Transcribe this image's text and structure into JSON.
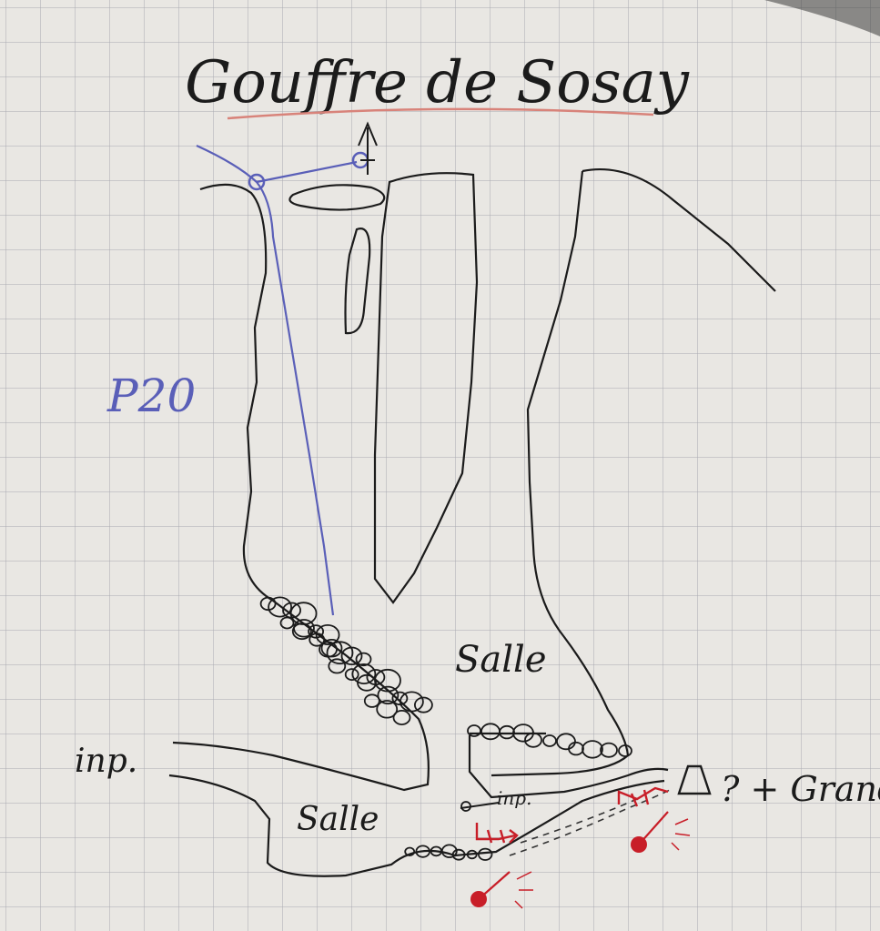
{
  "title": "Gouffre de Sosay",
  "labels": {
    "pitch": "P20",
    "chamber_upper": "Salle",
    "chamber_lower": "Salle",
    "dead_end_left": "inp.",
    "dead_end_lower": "inp.",
    "question": "? + Grand"
  },
  "colors": {
    "paper": "#e9e7e3",
    "grid": "#a9aab0",
    "ink": "#1b1b1b",
    "blue_rope": "#5a5fb8",
    "red_marker": "#c81e28",
    "title_underline": "#d8837a"
  }
}
